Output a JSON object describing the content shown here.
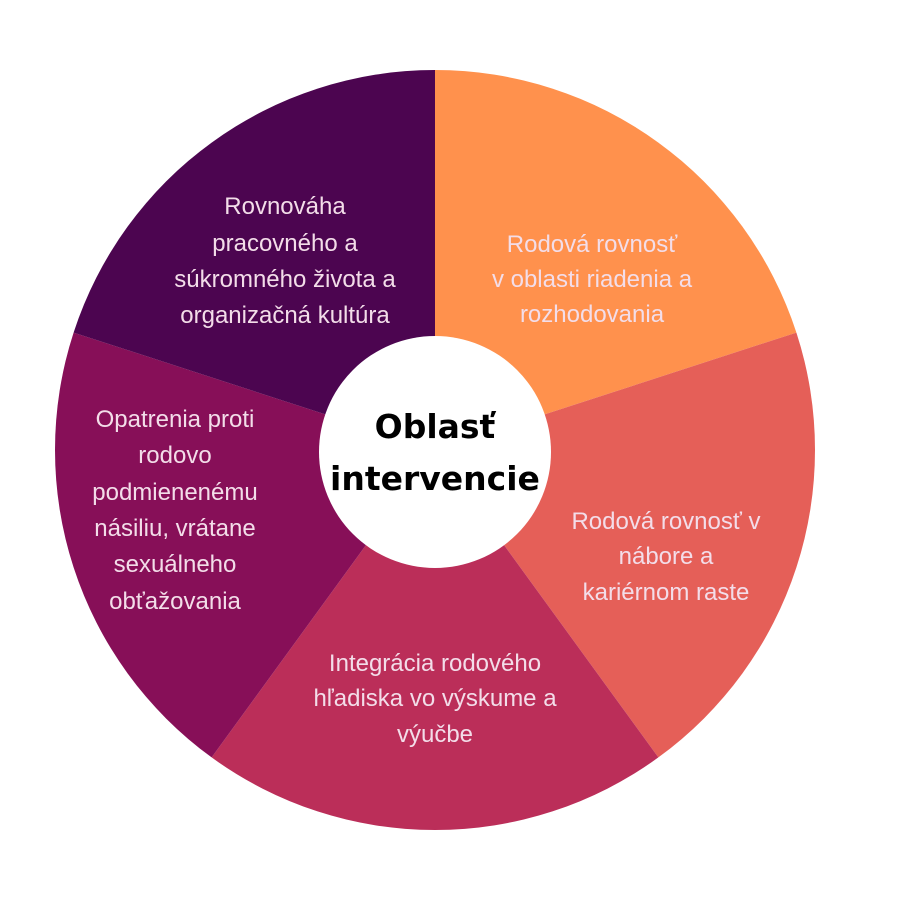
{
  "center": {
    "lines": [
      "Oblasť",
      "intervencie"
    ]
  },
  "segments": [
    {
      "name": "Rodová rovnosť v oblasti riadenia a rozhodovania",
      "color": "#ff914d",
      "lines": [
        "Rodová rovnosť",
        "v oblasti riadenia a",
        "rozhodovania"
      ]
    },
    {
      "name": "Rodová rovnosť v nábore a kariérnom raste",
      "color": "#e55f58",
      "lines": [
        "Rodová rovnosť v",
        "nábore a",
        "kariérnom raste"
      ]
    },
    {
      "name": "Integrácia rodového hľadiska vo výskume a výučbe",
      "color": "#bb2e59",
      "lines": [
        "Integrácia rodového",
        "hľadiska vo výskume a",
        "výučbe"
      ]
    },
    {
      "name": "Opatrenia proti rodovo podmienenému násiliu, vrátane sexuálneho obťažovania",
      "color": "#870f58",
      "lines": [
        "Opatrenia proti",
        "rodovo",
        "podmienenému",
        "násiliu, vrátane",
        "sexuálneho",
        "obťažovania"
      ]
    },
    {
      "name": "Rovnováha pracovného a súkromného života a organizačná kultúra",
      "color": "#4c0550",
      "lines": [
        "Rovnováha",
        "pracovného a",
        "súkromného života a",
        "organizačná kultúra"
      ]
    }
  ]
}
